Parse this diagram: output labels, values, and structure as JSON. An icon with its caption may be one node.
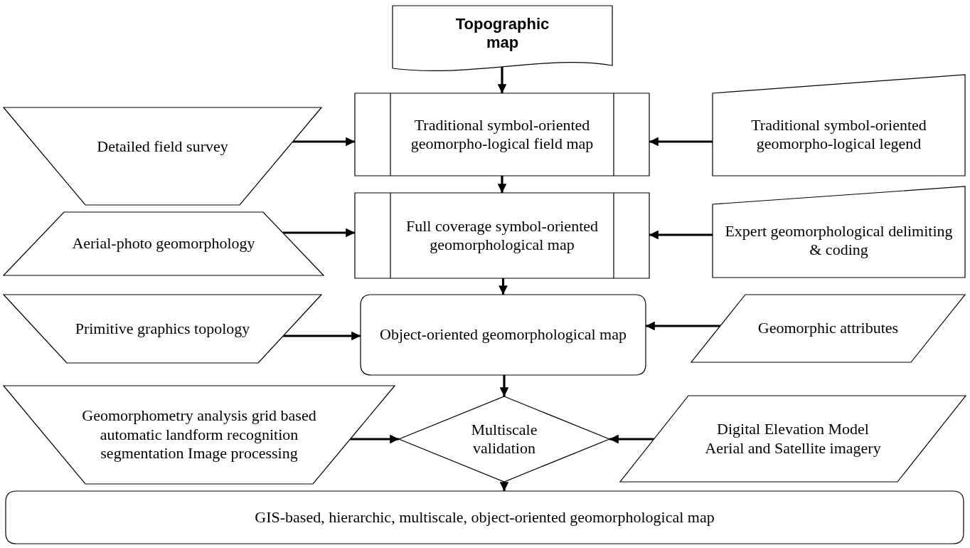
{
  "diagram": {
    "nodes": [
      {
        "text": [
          "Topographic map"
        ]
      },
      {
        "text": [
          "Traditional symbol-oriented geomorpho-logical field map"
        ]
      },
      {
        "text": [
          "Detailed field survey"
        ]
      },
      {
        "text": [
          "Traditional symbol-oriented geomorpho-logical legend"
        ]
      },
      {
        "text": [
          "Full coverage symbol-oriented geomorphological map"
        ]
      },
      {
        "text": [
          "Aerial-photo geomorphology"
        ]
      },
      {
        "text": [
          "Expert geomorphological delimiting & coding"
        ]
      },
      {
        "text": [
          "Primitive graphics topology"
        ]
      },
      {
        "text": [
          "Object-oriented geomorphological map"
        ]
      },
      {
        "text": [
          "Geomorphic attributes"
        ]
      },
      {
        "text": [
          "Geomorphometry analysis grid based automatic landform recognition segmentation Image processing"
        ]
      },
      {
        "text": [
          "Multiscale validation"
        ]
      },
      {
        "text": [
          "Digital Elevation Model Aerial and Satellite imagery"
        ]
      },
      {
        "text": [
          "GIS-based, hierarchic, multiscale, object-oriented geomorphological map"
        ]
      }
    ],
    "edges": [
      {
        "from": 0,
        "to": 1,
        "arrow": "to"
      },
      {
        "from": 2,
        "to": 1,
        "arrow": "to"
      },
      {
        "from": 3,
        "to": 1,
        "arrow": "to"
      },
      {
        "from": 1,
        "to": 4,
        "arrow": "to"
      },
      {
        "from": 5,
        "to": 4,
        "arrow": "to"
      },
      {
        "from": 6,
        "to": 4,
        "arrow": "to"
      },
      {
        "from": 4,
        "to": 8,
        "arrow": "to"
      },
      {
        "from": 7,
        "to": 8,
        "arrow": "to"
      },
      {
        "from": 9,
        "to": 8,
        "arrow": "to"
      },
      {
        "from": 8,
        "to": 11,
        "arrow": "to"
      },
      {
        "from": 10,
        "to": 11,
        "arrow": "to"
      },
      {
        "from": 12,
        "to": 11,
        "arrow": "to"
      },
      {
        "from": 11,
        "to": 13,
        "arrow": "to"
      }
    ]
  }
}
